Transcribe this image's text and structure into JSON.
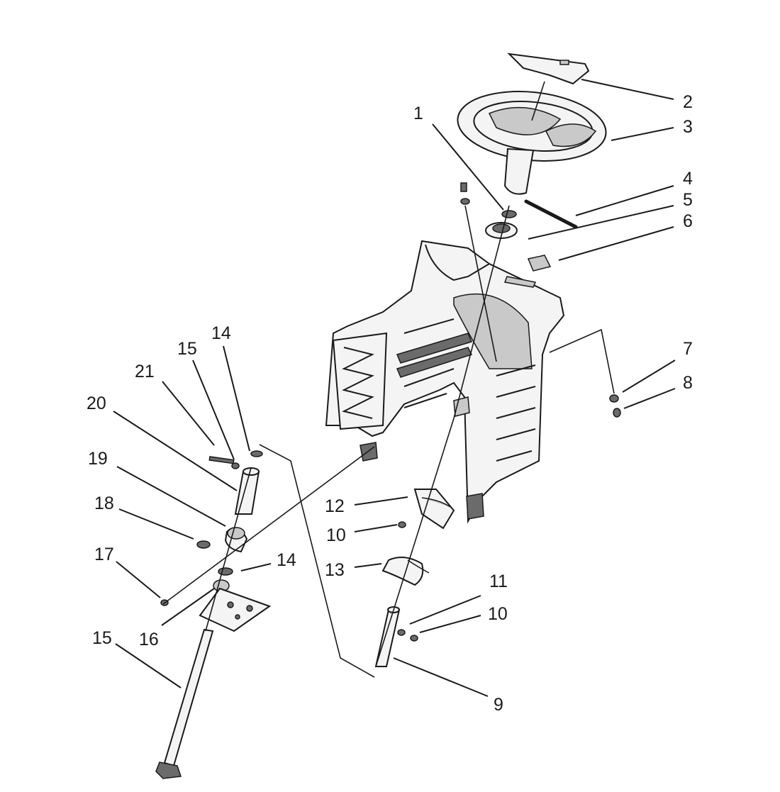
{
  "callouts": {
    "c1": "1",
    "c2": "2",
    "c3": "3",
    "c4": "4",
    "c5": "5",
    "c6": "6",
    "c7": "7",
    "c8": "8",
    "c9": "9",
    "c10a": "10",
    "c10b": "10",
    "c11": "11",
    "c12": "12",
    "c13": "13",
    "c14a": "14",
    "c14b": "14",
    "c15a": "15",
    "c15b": "15",
    "c16": "16",
    "c17": "17",
    "c18": "18",
    "c19": "19",
    "c20": "20",
    "c21": "21"
  }
}
